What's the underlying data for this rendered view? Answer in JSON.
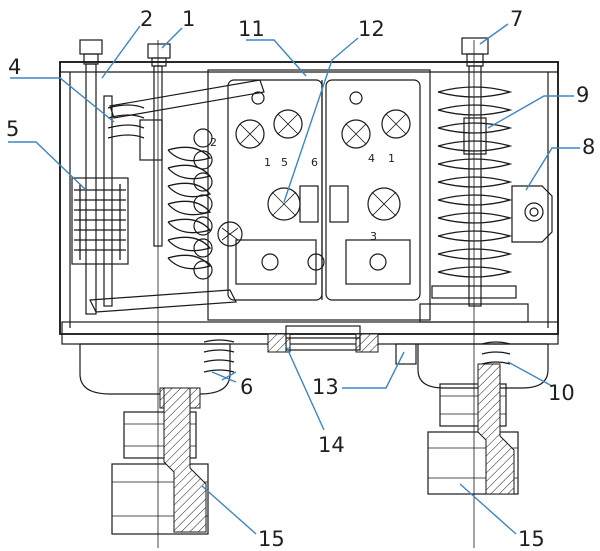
{
  "callouts": {
    "c1": "1",
    "c2": "2",
    "c4": "4",
    "c5": "5",
    "c6": "6",
    "c7": "7",
    "c8": "8",
    "c9": "9",
    "c10": "10",
    "c11": "11",
    "c12": "12",
    "c13": "13",
    "c14": "14",
    "c15a": "15",
    "c15b": "15"
  },
  "terminals": {
    "t1": "1",
    "t2": "2",
    "t5": "5",
    "t6": "6",
    "t4": "4",
    "t3": "3",
    "t1b": "1"
  },
  "colors": {
    "leader": "#3d86c6",
    "line": "#1a1a1a"
  }
}
